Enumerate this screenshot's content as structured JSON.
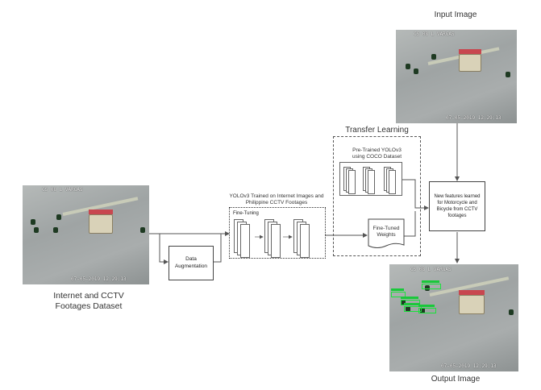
{
  "images": {
    "input_title": "Input Image",
    "output_title": "Output Image",
    "dataset_title_line1": "Internet and CCTV",
    "dataset_title_line2": "Footages Dataset",
    "cctv_header": "CS 08 L VARGAS",
    "cctv_timestamp": "07-05-2019 12:29:13"
  },
  "steps": {
    "data_augmentation_line1": "Data",
    "data_augmentation_line2": "Augmentation",
    "yolo_title_line1": "YOLOv3 Trained on Internet Images and",
    "yolo_title_line2": "Philippine CCTV Footages",
    "fine_tuning": "Fine-Tuning",
    "transfer_learning": "Transfer Learning",
    "pretrained_line1": "Pre-Trained YOLOv3",
    "pretrained_line2": "using COCO Dataset",
    "fine_tuned_line1": "Fine-Tuned",
    "fine_tuned_line2": "Weights",
    "features_line1": "New features learned",
    "features_line2": "for Motorcycle and",
    "features_line3": "Bicycle from CCTV",
    "features_line4": "footages"
  },
  "colors": {
    "arrow": "#555555",
    "detection": "#19e33a",
    "awning": "#c8474f"
  }
}
